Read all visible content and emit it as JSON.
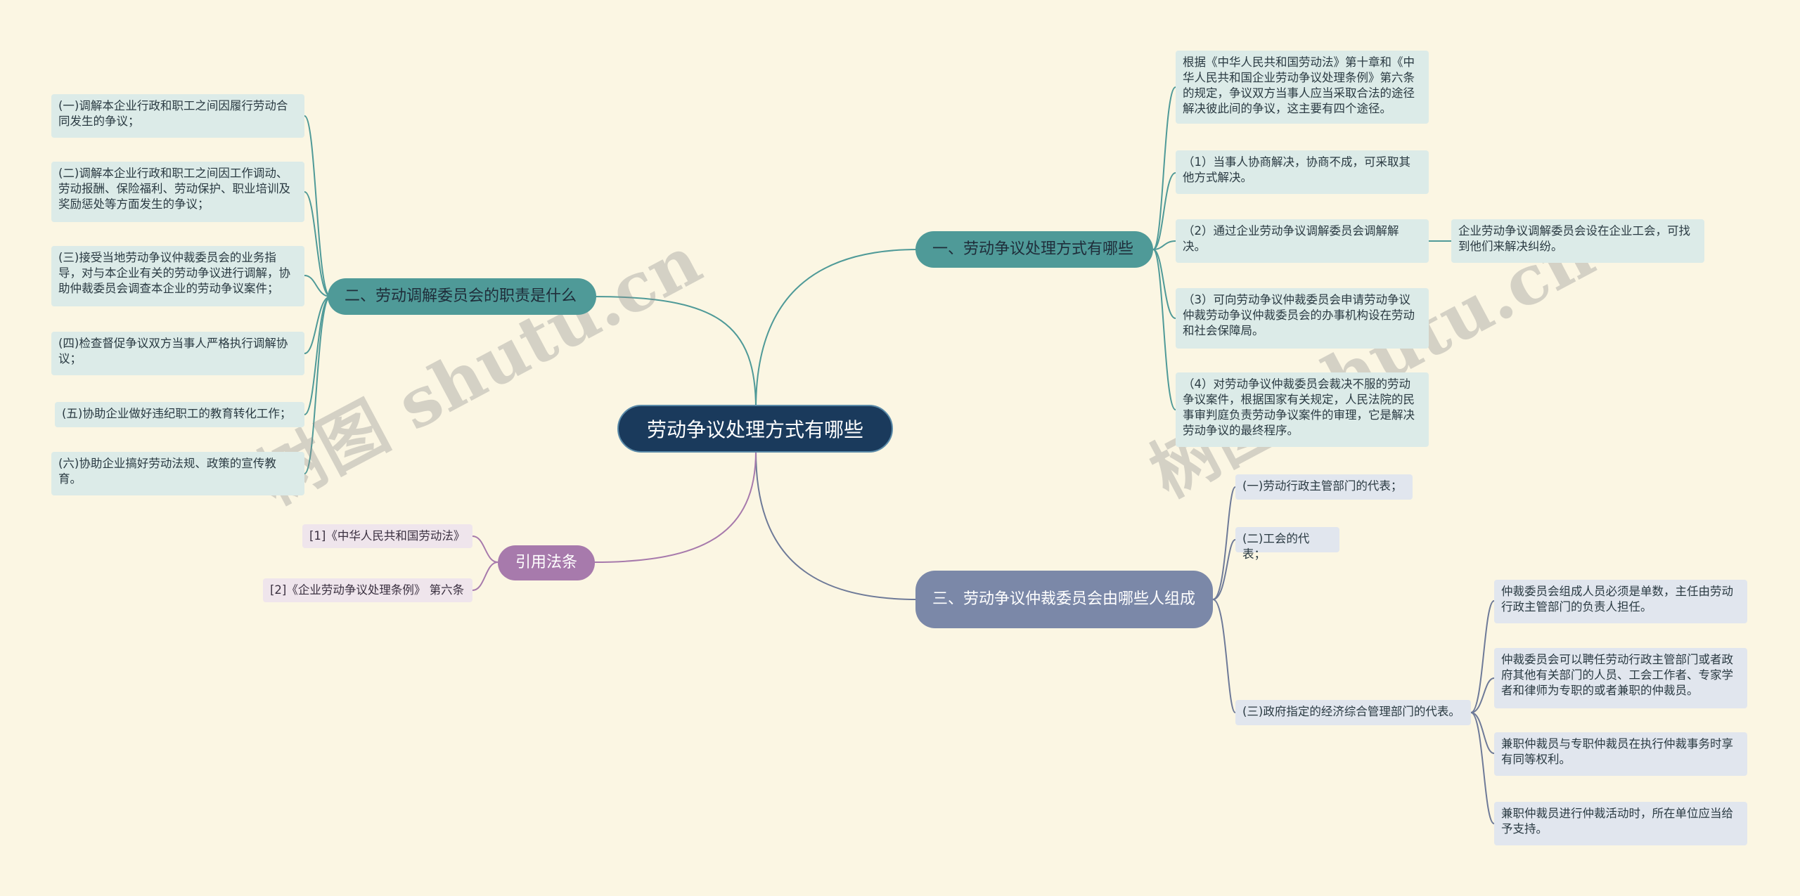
{
  "root": "劳动争议处理方式有哪些",
  "branches": {
    "b1": {
      "label": "一、劳动争议处理方式有哪些",
      "leaves": [
        "根据《中华人民共和国劳动法》第十章和《中华人民共和国企业劳动争议处理条例》第六条的规定，争议双方当事人应当采取合法的途径解决彼此间的争议，这主要有四个途径。",
        "（1）当事人协商解决，协商不成，可采取其他方式解决。",
        "（2）通过企业劳动争议调解委员会调解解决。",
        "（3）可向劳动争议仲裁委员会申请劳动争议仲裁劳动争议仲裁委员会的办事机构设在劳动和社会保障局。",
        "（4）对劳动争议仲裁委员会裁决不服的劳动争议案件，根据国家有关规定，人民法院的民事审判庭负责劳动争议案件的审理，它是解决劳动争议的最终程序。"
      ],
      "sub": "企业劳动争议调解委员会设在企业工会，可找到他们来解决纠纷。"
    },
    "b2": {
      "label": "二、劳动调解委员会的职责是什么",
      "leaves": [
        "(一)调解本企业行政和职工之间因履行劳动合同发生的争议；",
        "(二)调解本企业行政和职工之间因工作调动、劳动报酬、保险福利、劳动保护、职业培训及奖励惩处等方面发生的争议；",
        "(三)接受当地劳动争议仲裁委员会的业务指导，对与本企业有关的劳动争议进行调解，协助仲裁委员会调查本企业的劳动争议案件；",
        "(四)检查督促争议双方当事人严格执行调解协议；",
        "(五)协助企业做好违纪职工的教育转化工作；",
        "(六)协助企业搞好劳动法规、政策的宣传教育。"
      ]
    },
    "b3": {
      "label": "三、劳动争议仲裁委员会由哪些人组成",
      "leaves": [
        "(一)劳动行政主管部门的代表；",
        "(二)工会的代表；",
        "(三)政府指定的经济综合管理部门的代表。"
      ],
      "sub": [
        "仲裁委员会组成人员必须是单数，主任由劳动行政主管部门的负责人担任。",
        "仲裁委员会可以聘任劳动行政主管部门或者政府其他有关部门的人员、工会工作者、专家学者和律师为专职的或者兼职的仲裁员。",
        "兼职仲裁员与专职仲裁员在执行仲裁事务时享有同等权利。",
        "兼职仲裁员进行仲裁活动时，所在单位应当给予支持。"
      ]
    },
    "b4": {
      "label": "引用法条",
      "leaves": [
        "[1]《中华人民共和国劳动法》",
        "[2]《企业劳动争议处理条例》 第六条"
      ]
    }
  },
  "watermark": [
    "树图 shutu.cn",
    "树图 shutu.cn"
  ],
  "colors": {
    "background": "#fbf6e3",
    "root": "#1a3a5c",
    "teal": "#4f9a98",
    "slate": "#7b88a8",
    "purple": "#a77aac",
    "line_teal": "#4f9a98",
    "line_slate": "#6e7a98",
    "line_purple": "#a77aac"
  }
}
